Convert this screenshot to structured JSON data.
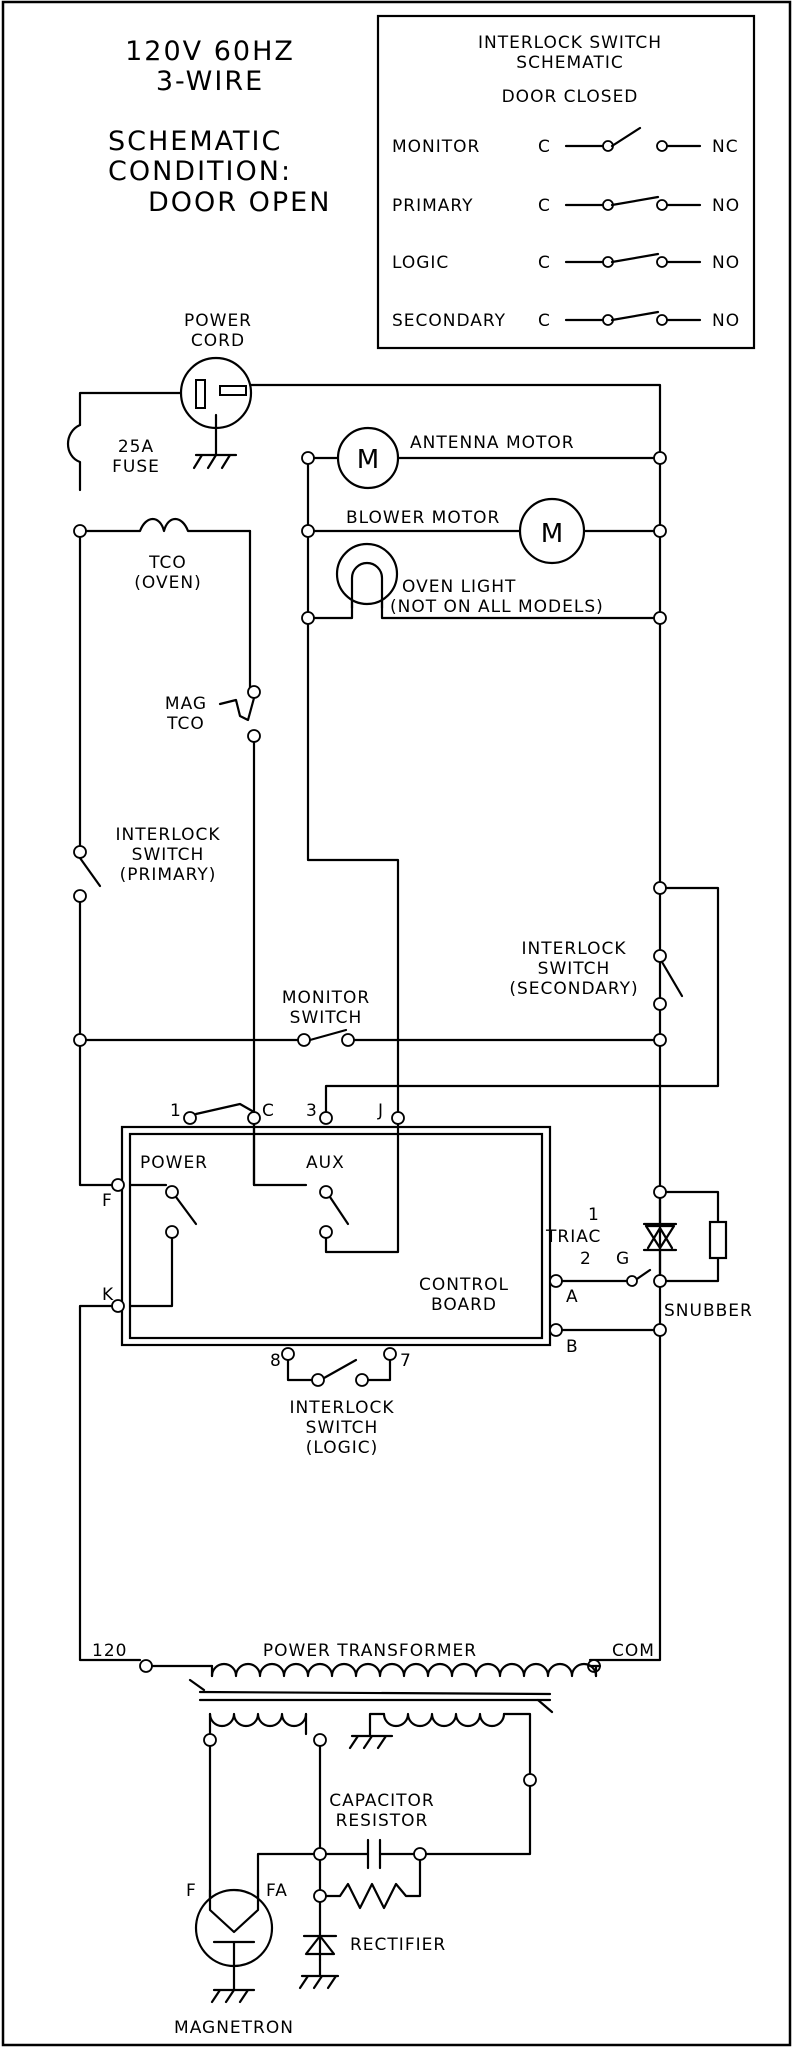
{
  "header": {
    "supply_line1": "120V 60HZ",
    "supply_line2": "3-WIRE",
    "condition_line1": "SCHEMATIC",
    "condition_line2": "CONDITION:",
    "condition_line3": "DOOR OPEN"
  },
  "legend": {
    "title_line1": "INTERLOCK SWITCH",
    "title_line2": "SCHEMATIC",
    "subtitle": "DOOR CLOSED",
    "rows": [
      {
        "name": "MONITOR",
        "common": "C",
        "state": "NC"
      },
      {
        "name": "PRIMARY",
        "common": "C",
        "state": "NO"
      },
      {
        "name": "LOGIC",
        "common": "C",
        "state": "NO"
      },
      {
        "name": "SECONDARY",
        "common": "C",
        "state": "NO"
      }
    ]
  },
  "components": {
    "power_cord_line1": "POWER",
    "power_cord_line2": "CORD",
    "fuse_line1": "25A",
    "fuse_line2": "FUSE",
    "antenna_motor": "ANTENNA MOTOR",
    "blower_motor": "BLOWER MOTOR",
    "motor_symbol": "M",
    "oven_light_line1": "OVEN LIGHT",
    "oven_light_line2": "(NOT ON ALL MODELS)",
    "tco_line1": "TCO",
    "tco_line2": "(OVEN)",
    "mag_tco_line1": "MAG",
    "mag_tco_line2": "TCO",
    "interlock_primary_line1": "INTERLOCK",
    "interlock_primary_line2": "SWITCH",
    "interlock_primary_line3": "(PRIMARY)",
    "interlock_secondary_line1": "INTERLOCK",
    "interlock_secondary_line2": "SWITCH",
    "interlock_secondary_line3": "(SECONDARY)",
    "monitor_switch_line1": "MONITOR",
    "monitor_switch_line2": "SWITCH",
    "control_board_line1": "CONTROL",
    "control_board_line2": "BOARD",
    "relay_power": "POWER",
    "relay_aux": "AUX",
    "triac": "TRIAC",
    "snubber": "SNUBBER",
    "interlock_logic_line1": "INTERLOCK",
    "interlock_logic_line2": "SWITCH",
    "interlock_logic_line3": "(LOGIC)",
    "power_transformer": "POWER TRANSFORMER",
    "tap_120": "120",
    "tap_com": "COM",
    "capacitor_line1": "CAPACITOR",
    "capacitor_line2": "RESISTOR",
    "rectifier": "RECTIFIER",
    "magnetron": "MAGNETRON"
  },
  "pins": {
    "p1": "1",
    "c": "C",
    "p3": "3",
    "j": "J",
    "f": "F",
    "k": "K",
    "a": "A",
    "b": "B",
    "g": "G",
    "t1": "1",
    "t2": "2",
    "p8": "8",
    "p7": "7",
    "mag_f": "F",
    "mag_fa": "FA"
  }
}
